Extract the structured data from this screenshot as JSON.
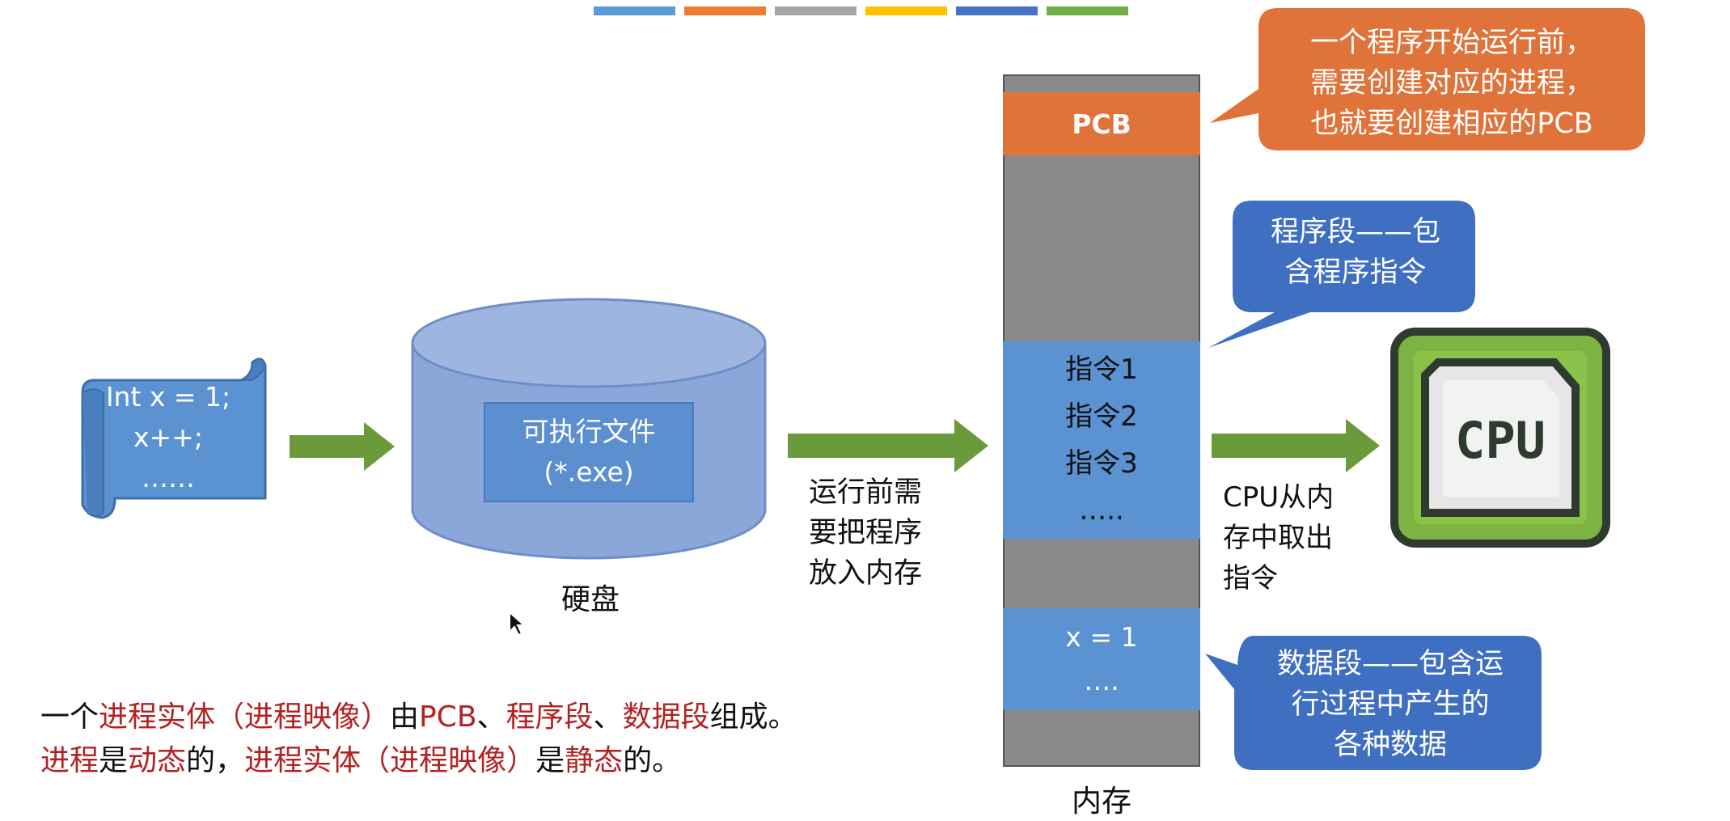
{
  "topbar_colors": [
    "#5b9bd5",
    "#ed7d31",
    "#a5a5a5",
    "#ffc000",
    "#4472c4",
    "#70ad47"
  ],
  "source_code": {
    "lines": [
      "Int x = 1;",
      "x++;",
      "……"
    ]
  },
  "disk": {
    "file_name": "可执行文件",
    "file_ext": "(*.exe)",
    "label": "硬盘"
  },
  "load_caption": {
    "lines": [
      "运行前需",
      "要把程序",
      "放入内存"
    ]
  },
  "memory": {
    "pcb_label": "PCB",
    "instructions": [
      "指令1",
      "指令2",
      "指令3",
      "….."
    ],
    "data_lines": [
      "x = 1",
      "…."
    ],
    "label": "内存"
  },
  "cpu_caption": {
    "lines": [
      "CPU从内",
      "存中取出",
      "指令"
    ]
  },
  "cpu_icon_label": "CPU",
  "callouts": {
    "pcb_note": [
      "一个程序开始运行前，",
      "需要创建对应的进程，",
      "也就要创建相应的PCB"
    ],
    "program_segment": [
      "程序段——包",
      "含程序指令"
    ],
    "data_segment": [
      "数据段——包含运",
      "行过程中产生的",
      "各种数据"
    ]
  },
  "bottom": {
    "line1": [
      {
        "t": "一个",
        "hl": false
      },
      {
        "t": "进程实体（进程映像）",
        "hl": true
      },
      {
        "t": "由",
        "hl": false
      },
      {
        "t": "PCB",
        "hl": true
      },
      {
        "t": "、",
        "hl": false
      },
      {
        "t": "程序段",
        "hl": true
      },
      {
        "t": "、",
        "hl": false
      },
      {
        "t": "数据段",
        "hl": true
      },
      {
        "t": "组成。",
        "hl": false
      }
    ],
    "line2": [
      {
        "t": "进程",
        "hl": true
      },
      {
        "t": "是",
        "hl": false
      },
      {
        "t": "动态",
        "hl": true
      },
      {
        "t": "的，",
        "hl": false
      },
      {
        "t": "进程实体（进程映像）",
        "hl": true
      },
      {
        "t": "是",
        "hl": false
      },
      {
        "t": "静态",
        "hl": true
      },
      {
        "t": "的。",
        "hl": false
      }
    ]
  },
  "colors": {
    "orange": "#e0733a",
    "blue_block": "#5b92d2",
    "callout_blue": "#3f6fc0",
    "arrow_green": "#6a9a3a",
    "highlight_red": "#b22222"
  }
}
